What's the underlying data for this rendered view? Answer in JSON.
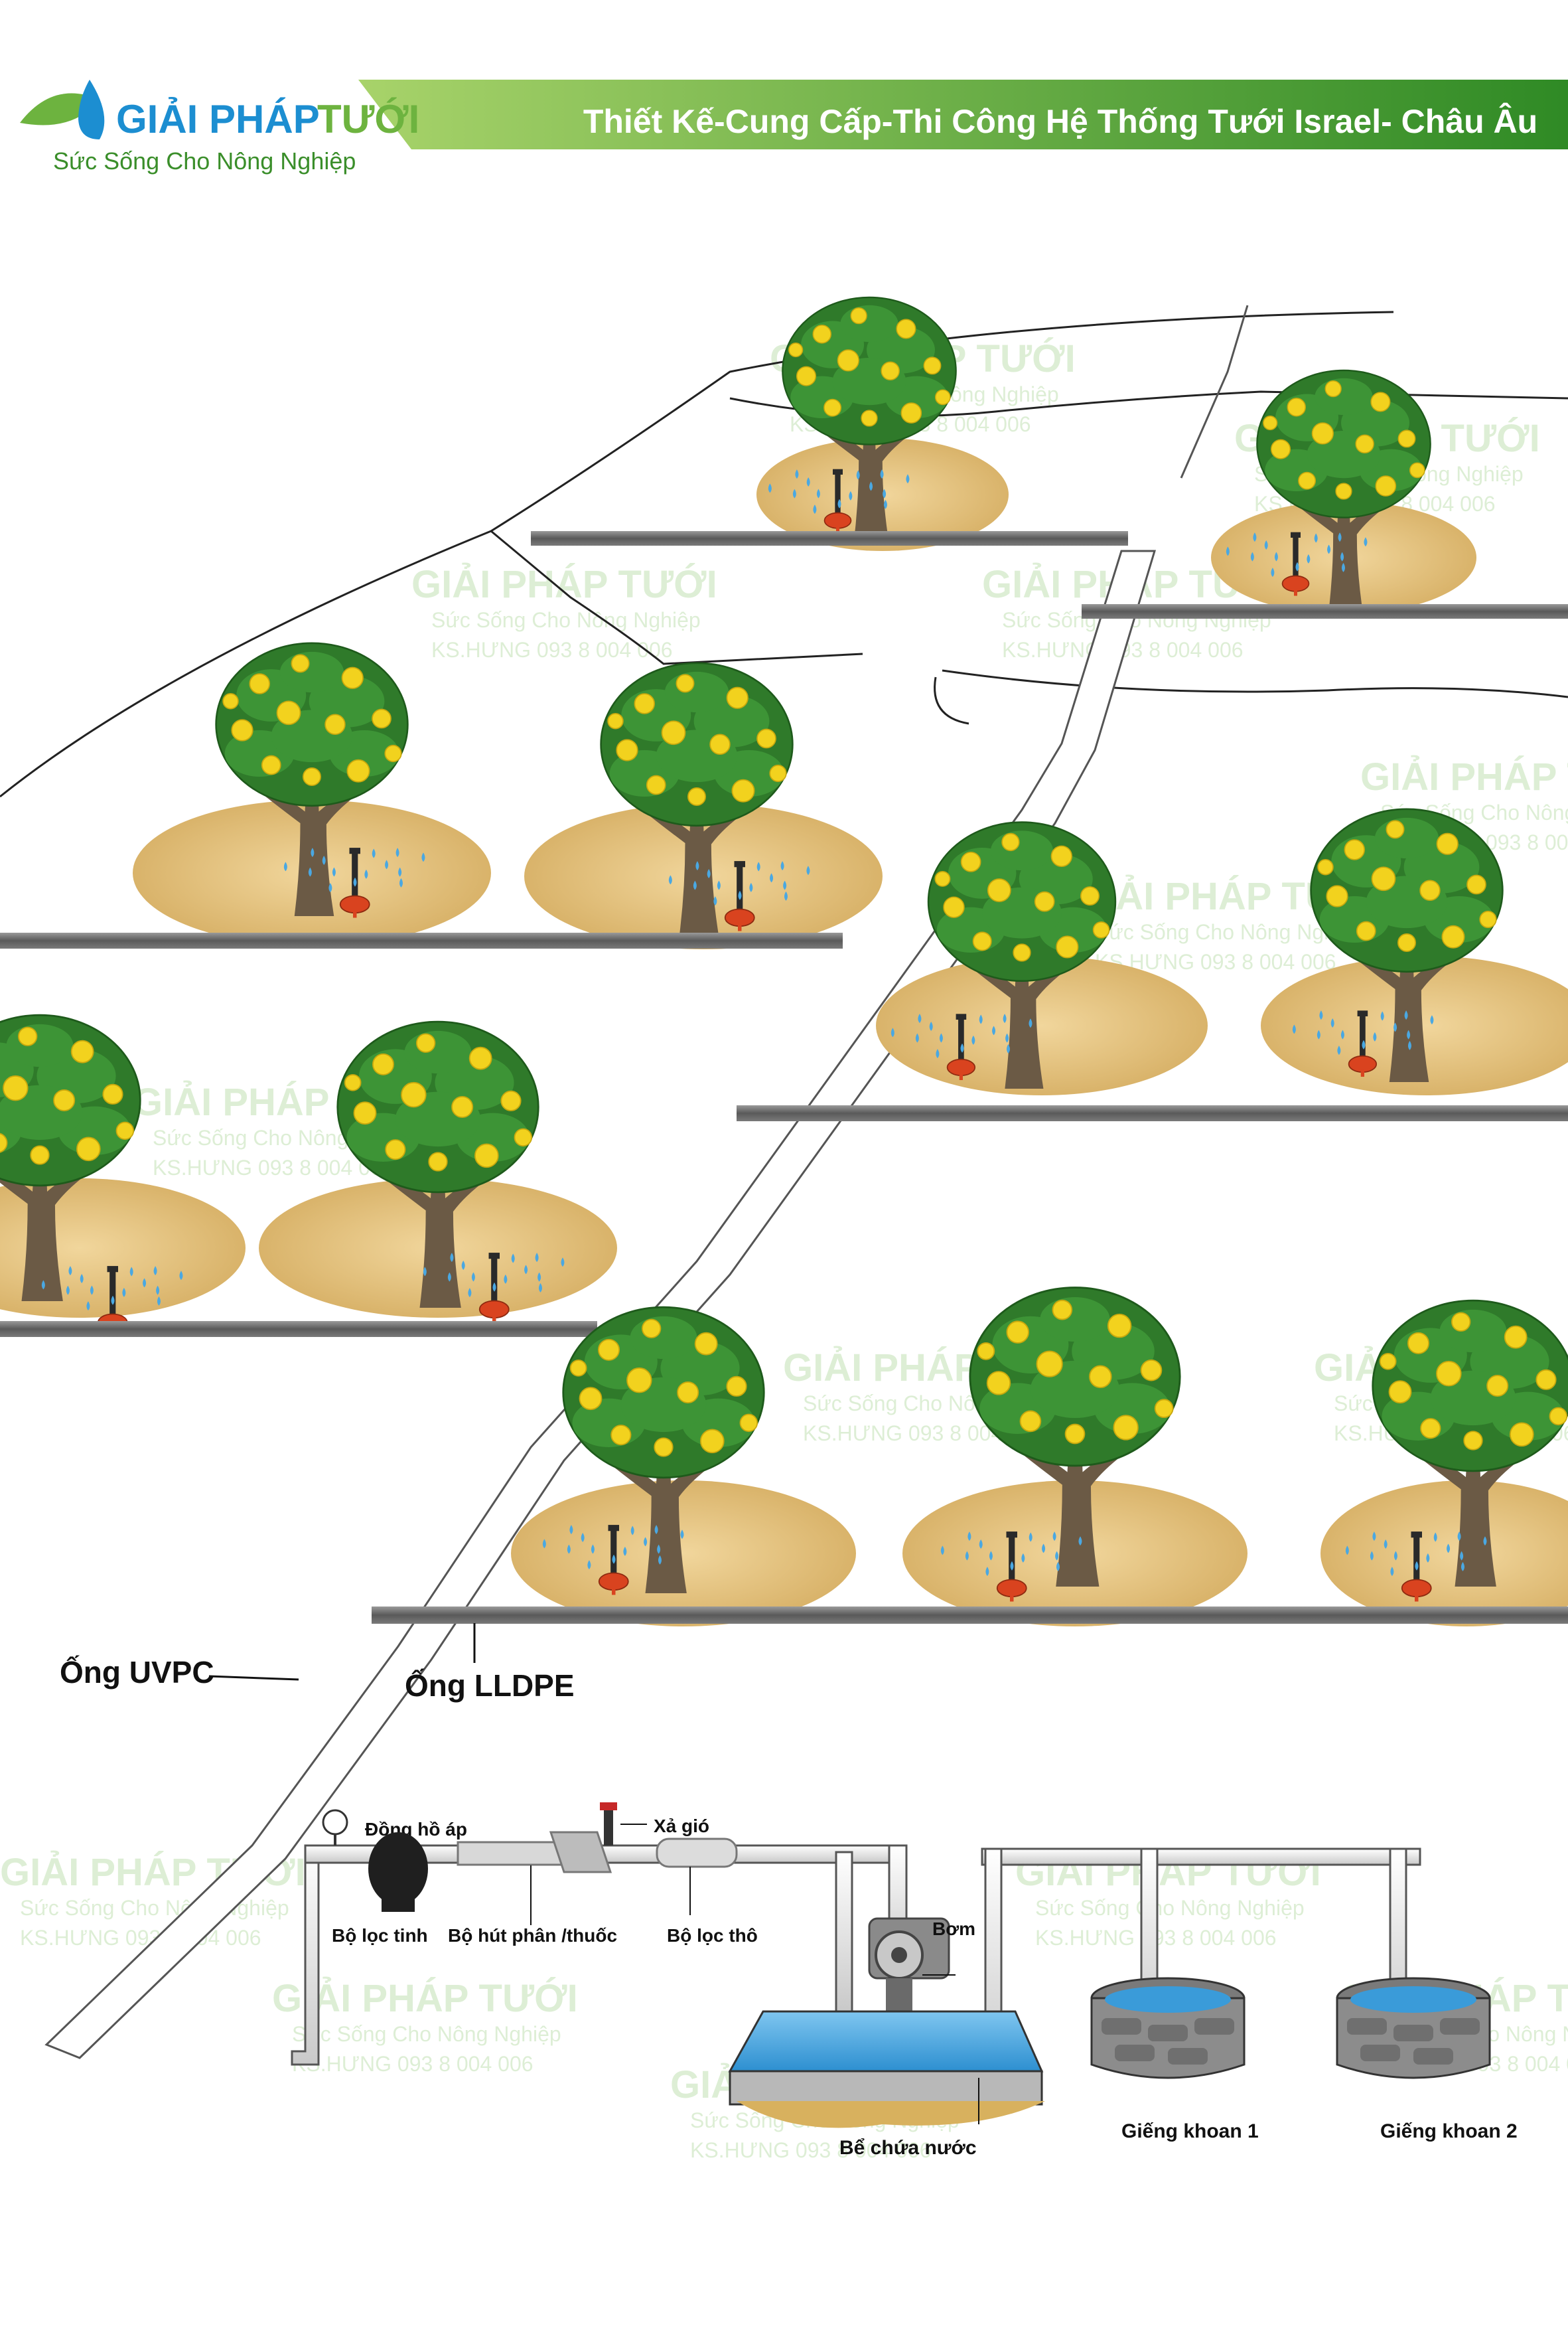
{
  "header": {
    "logo_word1": "GIẢI PHÁP",
    "logo_word2": "TƯỚI",
    "slogan": "Sức Sống Cho Nông Nghiệp",
    "banner_title": "Thiết Kế-Cung Cấp-Thi Công Hệ Thống Tưới Israel- Châu Âu"
  },
  "watermark": {
    "brand_word1": "GIẢI PHÁP",
    "brand_word2": "TƯỚI",
    "slogan": "Sức Sống Cho Nông Nghiệp",
    "contact": "KS.HƯNG 093 8 004 006"
  },
  "labels": {
    "uvpc_pipe": "Ống UVPC",
    "lldpe_pipe": "Ống LLDPE",
    "pressure_gauge": "Đồng hồ áp",
    "air_release": "Xả gió",
    "fine_filter": "Bộ lọc tinh",
    "fertilizer_injector": "Bộ hút phân /thuốc",
    "coarse_filter": "Bộ lọc thô",
    "pump": "Bơm",
    "water_tank": "Bể chứa nước",
    "well_1": "Giếng khoan 1",
    "well_2": "Giếng khoan 2"
  },
  "colors": {
    "brand_green": "#6db33f",
    "brand_blue": "#1c8ed1",
    "banner_dark": "#3a8e2a",
    "tree_leaf": "#2f7a2a",
    "fruit": "#f2d21e",
    "soil": "#e8c98a",
    "pipe_gray": "#707070",
    "water_blue": "#5fb6e8"
  }
}
